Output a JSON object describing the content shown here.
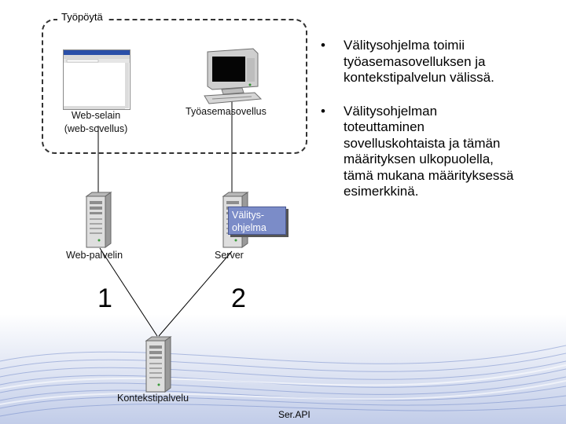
{
  "desktop": {
    "label": "Työpöytä"
  },
  "nodes": {
    "browser": {
      "label_line1": "Web-selain",
      "label_line2": "(web-sovellus)"
    },
    "workstation": {
      "label": "Työasemasovellus"
    },
    "web_server": {
      "label": "Web-palvelin"
    },
    "server": {
      "label": "Server"
    },
    "middleware": {
      "label_line1": "Välitys-",
      "label_line2": "ohjelma"
    },
    "context_service": {
      "label": "Kontekstipalvelu"
    }
  },
  "connection_numbers": {
    "left": "1",
    "right": "2"
  },
  "bullets": [
    {
      "symbol": "•",
      "text_lines": [
        "Välitysohjelma toimii",
        "työasemasovelluksen ja",
        "kontekstipalvelun välissä."
      ]
    },
    {
      "symbol": "•",
      "text_lines": [
        "Välitysohjelman",
        "toteuttaminen",
        "sovelluskohtaista ja tämän",
        "määrityksen ulkopuolella,",
        "tämä mukana määrityksessä",
        "esimerkkinä."
      ]
    }
  ],
  "footer": {
    "text": "Ser.API"
  }
}
